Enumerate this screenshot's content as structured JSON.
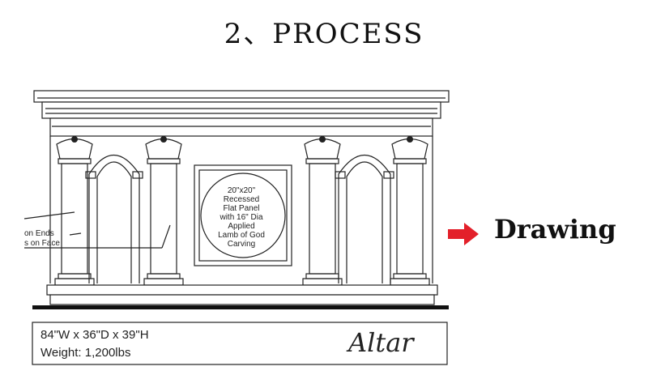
{
  "title": "2、PROCESS",
  "drawing_label": "Drawing",
  "arrow_color": "#e3202a",
  "panel_text": [
    "20\"x20\"",
    "Recessed",
    "Flat Panel",
    "with 16\" Dia",
    "Applied",
    "Lamb of God",
    "Carving"
  ],
  "side_notes": [
    "on Ends",
    "s on Face"
  ],
  "dimensions": "84\"W x 36\"D x 39\"H",
  "weight": "Weight: 1,200lbs",
  "altar_label": "Altar"
}
